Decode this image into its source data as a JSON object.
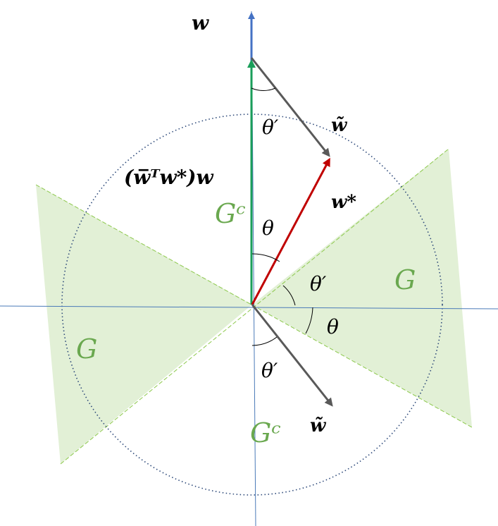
{
  "labels": {
    "w": "w",
    "w_tilde": "w̃",
    "w_star": "w*",
    "projection": "(w̅ᵀw*)w",
    "g_c": "Gᶜ",
    "g": "G",
    "theta": "θ",
    "theta_prime": "θ′"
  },
  "colors": {
    "region_fill": "#e2f0d6",
    "region_edge": "#8cc84b",
    "axis": "#4a7ab8",
    "w_arrow": "#4472c4",
    "projection_arrow": "#1a9e5a",
    "w_star_arrow": "#c00000",
    "w_tilde_arrow": "#595959",
    "circle": "#2e4a7a",
    "label_green": "#6aa84f"
  }
}
